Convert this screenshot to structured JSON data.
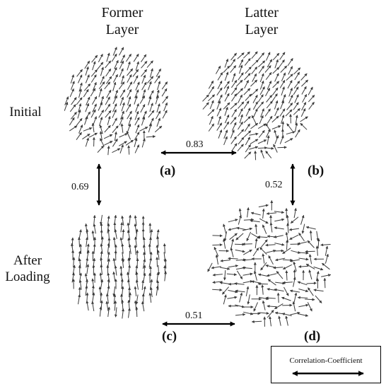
{
  "columns": {
    "former": {
      "line1": "Former",
      "line2": "Layer"
    },
    "latter": {
      "line1": "Latter",
      "line2": "Layer"
    }
  },
  "rows": {
    "initial": "Initial",
    "after": {
      "line1": "After",
      "line2": "Loading"
    }
  },
  "panels": {
    "a": "(a)",
    "b": "(b)",
    "c": "(c)",
    "d": "(d)"
  },
  "coefficients": {
    "a_b": "0.83",
    "a_c": "0.69",
    "b_d": "0.52",
    "c_d": "0.51"
  },
  "legend": {
    "label": "Correlation-Coefficient"
  },
  "colors": {
    "arrow": "#3a3a3a",
    "connector": "#000000"
  }
}
